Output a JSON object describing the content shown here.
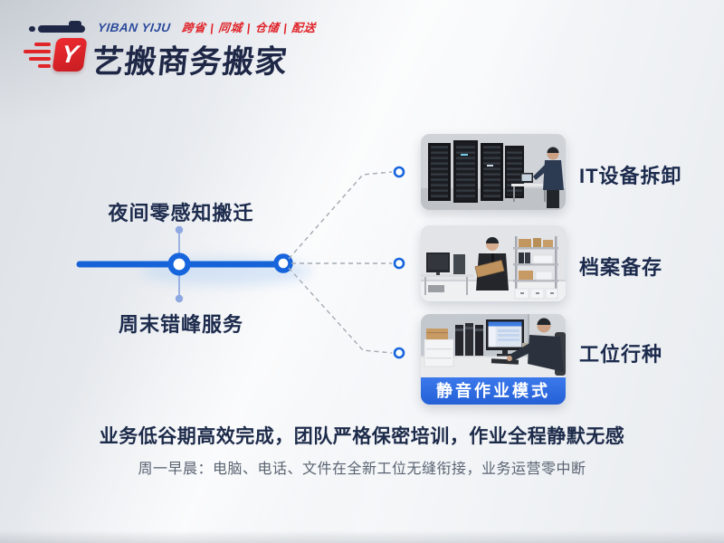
{
  "brand": {
    "tagline_en": "YIBAN YIJU",
    "tagline_services": "跨省 | 同城 | 仓储 | 配送",
    "logo_letter": "Y",
    "title": "艺搬商务搬家",
    "brand_red": "#e0242a",
    "brand_navy": "#1e2746",
    "brand_blue": "#2b4a9b"
  },
  "timeline": {
    "top_label": "夜间零感知搬迁",
    "bottom_label": "周末错峰服务",
    "line_color": "#1663d8",
    "dash_color": "#a4abb4"
  },
  "services": [
    {
      "label": "IT设备拆卸",
      "photo": "server-room-photo"
    },
    {
      "label": "档案备存",
      "photo": "archive-office-photo"
    },
    {
      "label": "工位行种",
      "photo": "workstation-photo",
      "badge": "静音作业模式"
    }
  ],
  "footer": {
    "headline": "业务低谷期高效完成，团队严格保密培训，作业全程静默无感",
    "subline": "周一早晨：电脑、电话、文件在全新工位无缝衔接，业务运营零中断"
  },
  "colors": {
    "badge_blue": "#2c6ae4",
    "background_gray": "#e9ecf0",
    "text_navy": "#1d2b4a",
    "text_gray": "#5a6472"
  }
}
